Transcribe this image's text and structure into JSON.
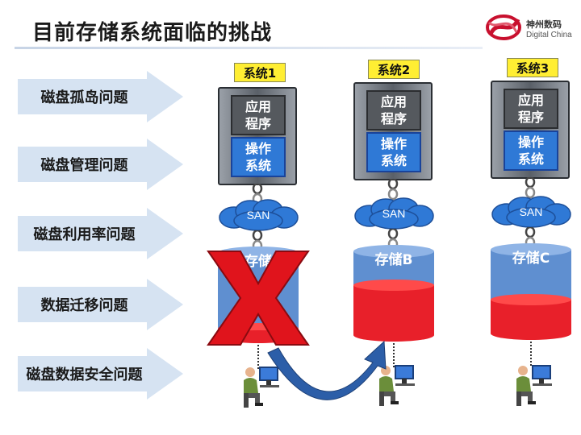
{
  "slide": {
    "title": "目前存储系统面临的挑战",
    "logo": {
      "cn": "神州数码",
      "en": "Digital China"
    }
  },
  "issues": [
    {
      "label": "磁盘孤岛问题"
    },
    {
      "label": "磁盘管理问题"
    },
    {
      "label": "磁盘利用率问题"
    },
    {
      "label": "数据迁移问题"
    },
    {
      "label": "磁盘数据安全问题"
    }
  ],
  "systems": [
    {
      "label": "系统1",
      "app_line1": "应用",
      "app_line2": "程序",
      "os_line1": "操作",
      "os_line2": "系统",
      "san": "SAN",
      "storage": "存储",
      "fill_fraction": 0.1,
      "failed": true
    },
    {
      "label": "系统2",
      "app_line1": "应用",
      "app_line2": "程序",
      "os_line1": "操作",
      "os_line2": "系统",
      "san": "SAN",
      "storage": "存储B",
      "fill_fraction": 0.6,
      "failed": false
    },
    {
      "label": "系统3",
      "app_line1": "应用",
      "app_line2": "程序",
      "os_line1": "操作",
      "os_line2": "系统",
      "san": "SAN",
      "storage": "存储C",
      "fill_fraction": 0.4,
      "failed": false
    }
  ],
  "colors": {
    "arrow": "#d6e3f2",
    "system_label": "#ffee33",
    "os_box": "#2f79d6",
    "storage_body": "#5f8fd0",
    "storage_fill": "#e8202a",
    "fail_x": "#e0141c",
    "migration_arrow": "#2c5ea8"
  }
}
